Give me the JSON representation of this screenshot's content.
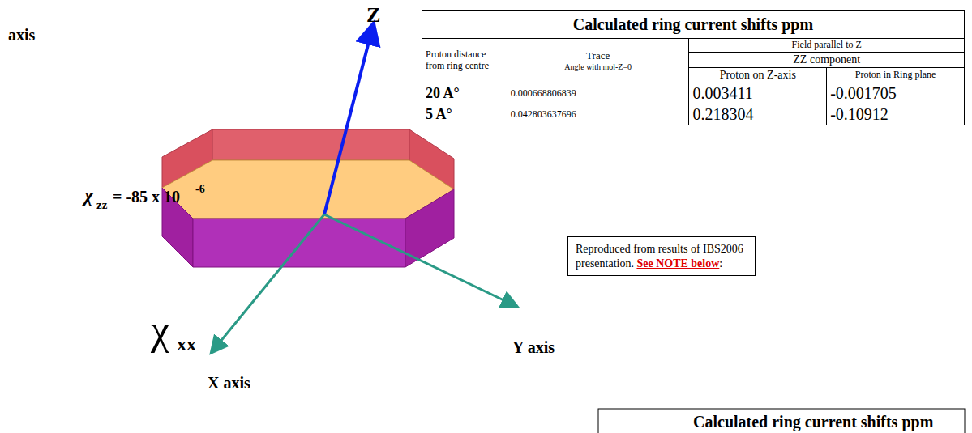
{
  "diagram": {
    "nodes": [
      {
        "text": [
          "Reproduced from results of IBS2006 presentation.",
          "See NOTE below",
          ":"
        ]
      }
    ],
    "labels": [
      "axis",
      "Z",
      "χ",
      "zz",
      "= -85 x 10",
      "-6",
      "Calculated ring current shifts ppm",
      "Proton distance from ring centre",
      "Trace",
      "Angle with mol-Z=0",
      "Field parallel to Z",
      "ZZ component",
      "Proton on Z-axis",
      "Proton in Ring plane",
      "20 A°",
      "0.000668806839",
      "0.003411",
      "-0.001705",
      "5 A°",
      "0.042803637696",
      "0.218304",
      "-0.10912",
      "χ",
      "xx",
      "Y axis",
      "X axis",
      "Calculated ring current shifts ppm"
    ]
  }
}
